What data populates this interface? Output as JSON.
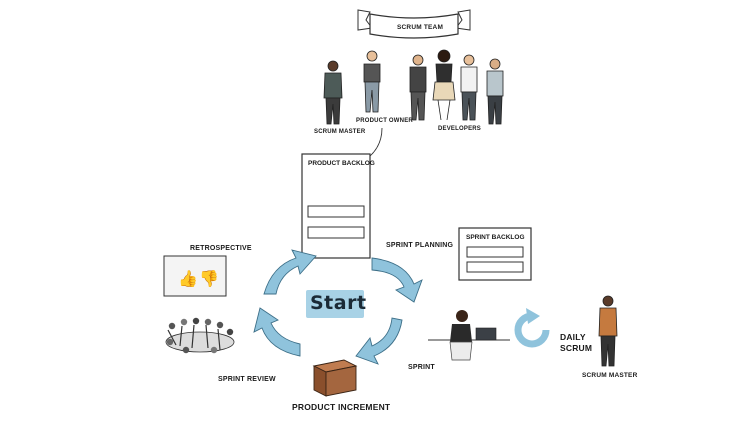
{
  "team": {
    "banner": "SCRUM TEAM",
    "scrum_master": "SCRUM MASTER",
    "product_owner": "PRODUCT OWNER",
    "developers": "DEVELOPERS"
  },
  "product_backlog": {
    "title": "PRODUCT BACKLOG"
  },
  "sprint_backlog": {
    "title": "SPRINT BACKLOG"
  },
  "cycle": {
    "start": "Start",
    "retrospective": "RETROSPECTIVE",
    "sprint_planning": "SPRINT PLANNING",
    "sprint": "SPRINT",
    "sprint_review": "SPRINT REVIEW",
    "product_increment": "PRODUCT INCREMENT"
  },
  "daily": {
    "label_line1": "DAILY",
    "label_line2": "SCRUM",
    "scrum_master": "SCRUM MASTER"
  },
  "colors": {
    "arrow_blue": "#8fc3dc",
    "arrow_stroke": "#3d6f88",
    "start_bg": "#a8d2e6",
    "box_brown": "#a4663f",
    "banner_fill": "#ffffff"
  }
}
